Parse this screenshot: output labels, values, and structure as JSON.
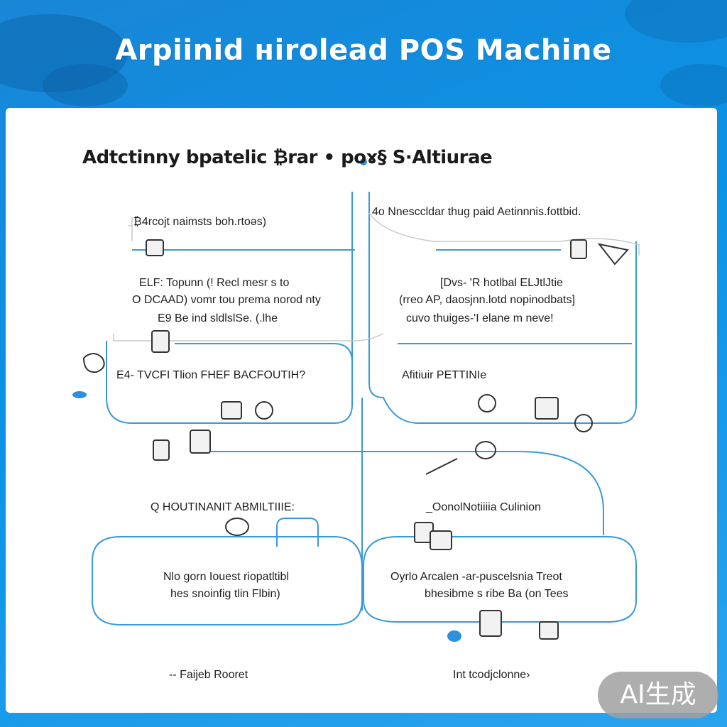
{
  "header": {
    "title": "Arpiinid нirolead POS Machine"
  },
  "diagram": {
    "title": "Adtctinny bpatelic ₿rar • poɤ§ S·Altiurae",
    "labels": {
      "top_left_heading": "₿4rcojt naimsts boh.rtoəs)",
      "top_right_heading": "4o Nnesccldar thug paid Aetinnnis.fottbid.",
      "top_left_line1": "ELF: Topunn (! Recl mesr s to",
      "top_left_line2": "O DCAAD) vomr tou prema norod nty",
      "top_left_line3": "E9 Be ind sldlslSe. (.lhe",
      "top_right_line1": "[Dvs- 'R hotlbal ELJtlJtie",
      "top_right_line2": "(rreo AP, daosjnn.lotd nopinodbats]",
      "top_right_line3": "cuvo thuiges-'I elane m neve!",
      "mid_left_heading": "E4- TVCFI Tlion FHEF BACFOUTIH?",
      "mid_right_heading": "Afitiuir PETTINIe",
      "lower_left_heading": "Q HOUTINANIT ABMILTIIIE:",
      "lower_right_heading": "_OonolNotiiiia Culinion",
      "box_left_line1": "Nlo gorn Iouest riopatltibl",
      "box_left_line2": "hes snoinfig tlin Flbin)",
      "box_right_line1": "Oyrlo Arcalen -ar-puscelsnia Treot",
      "box_right_line2": "bhesibme s ribe Ba (on Tees",
      "footer_left": "-- Faijeb Rooret",
      "footer_right": "Int tcodjclonne›"
    }
  },
  "watermark": {
    "label": "AI生成"
  },
  "colors": {
    "wire": "#3a9ad9",
    "background": "#0a93e6",
    "card": "#ffffff"
  }
}
